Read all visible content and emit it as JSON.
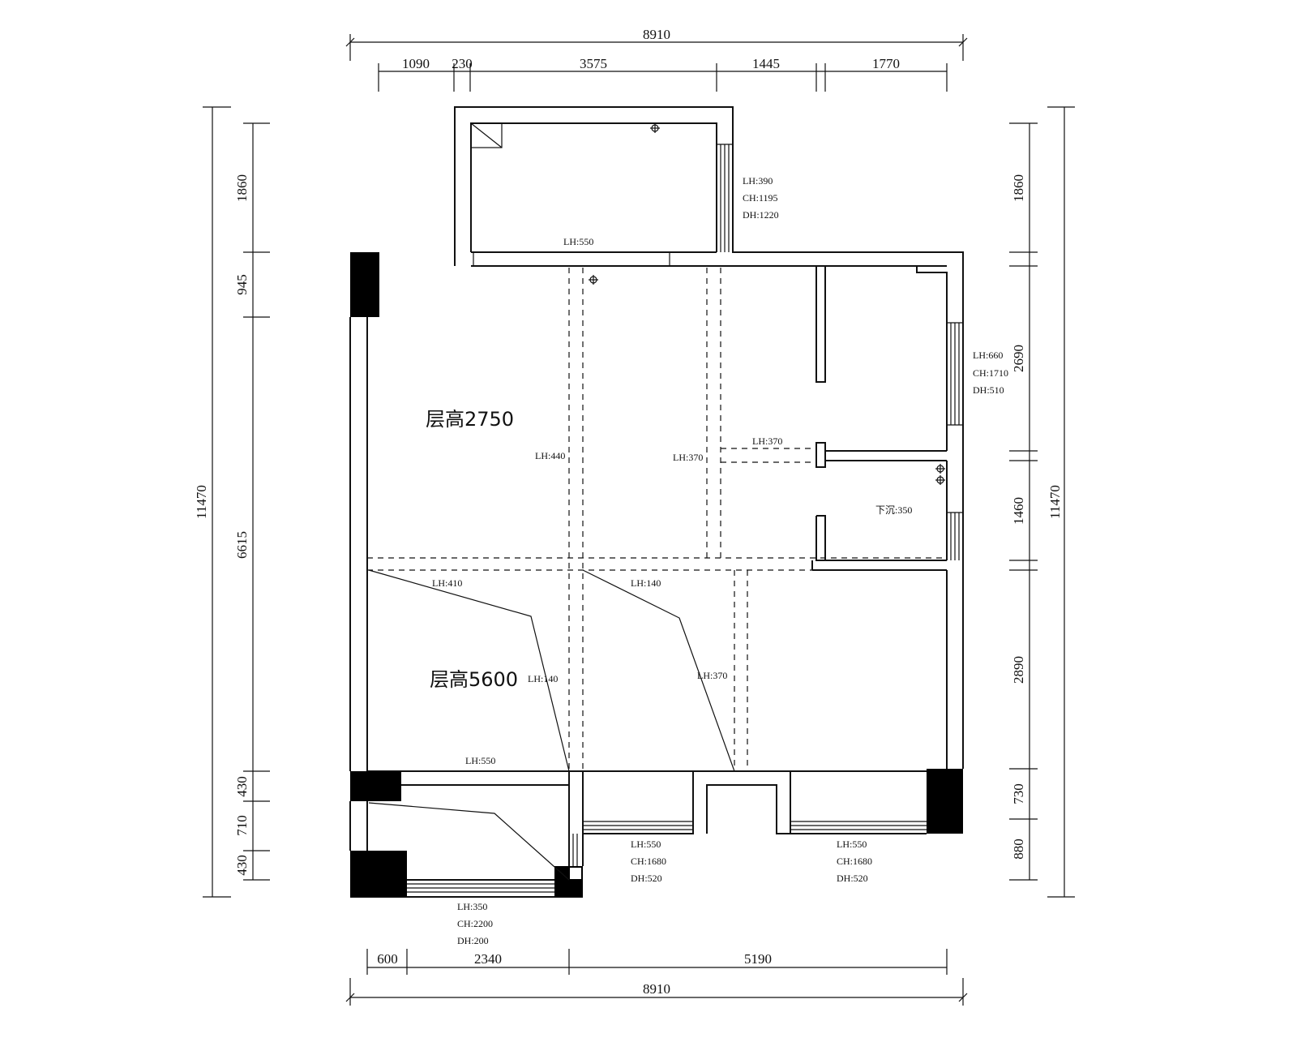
{
  "dimensions": {
    "top_total": "8910",
    "top_segments": [
      "1090",
      "230",
      "3575",
      "1445",
      "1770"
    ],
    "bottom_total": "8910",
    "bottom_segments": [
      "600",
      "2340",
      "5190"
    ],
    "left_total": "11470",
    "left_segments": [
      "1860",
      "945",
      "6615",
      "430",
      "710",
      "430"
    ],
    "right_total": "11470",
    "right_segments": [
      "1860",
      "2690",
      "1460",
      "2890",
      "730",
      "880"
    ]
  },
  "labels": {
    "height_upper": "层高2750",
    "height_lower": "层高5600"
  },
  "notes": {
    "balcony_window": [
      "LH:390",
      "CH:1195",
      "DH:1220"
    ],
    "balcony_beam": "LH:550",
    "beam_a": "LH:440",
    "beam_b": "LH:370",
    "beam_c": "LH:370",
    "right_window": [
      "LH:660",
      "CH:1710",
      "DH:510"
    ],
    "sink": "下沉:350",
    "beam_d": "LH:410",
    "beam_e": "LH:140",
    "beam_f": "LH:140",
    "beam_g": "LH:370",
    "beam_h": "LH:550",
    "window_bottom_mid": [
      "LH:550",
      "CH:1680",
      "DH:520"
    ],
    "window_bottom_right": [
      "LH:550",
      "CH:1680",
      "DH:520"
    ],
    "window_bottom_left": [
      "LH:350",
      "CH:2200",
      "DH:200"
    ]
  }
}
